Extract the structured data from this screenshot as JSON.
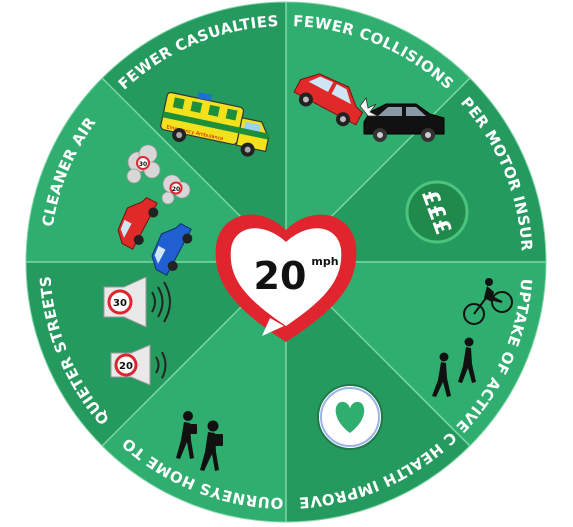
{
  "center": {
    "number": "20",
    "unit": "mph"
  },
  "colors": {
    "segment_a": "#2fae6f",
    "segment_b": "#259a5f",
    "divider": "#7fd6a6",
    "heart": "#e0252f",
    "text": "#ffffff"
  },
  "segments": [
    {
      "label": "FEWER COLLISIONS",
      "icon": "car-crash-icon"
    },
    {
      "label": "CHEAPER MOTOR INSURANCE",
      "icon": "pound-coin-icon"
    },
    {
      "label": "GREATER UPTAKE OF ACTIVE TRAVEL",
      "icon": "walking-cycling-icon"
    },
    {
      "label": "PUBLIC HEALTH IMPROVEMENTS",
      "icon": "heart-badge-icon"
    },
    {
      "label": "SAFER JOURNEYS HOME TO SCHOOL",
      "icon": "school-children-icon"
    },
    {
      "label": "QUIETER STREETS",
      "icon": "speed-sign-sound-icon"
    },
    {
      "label": "CLEANER AIR",
      "icon": "exhaust-smoke-icon"
    },
    {
      "label": "FEWER CASUALTIES",
      "icon": "ambulance-icon"
    }
  ],
  "icons": {
    "coin_text": "£££",
    "sign_upper": "30",
    "sign_lower": "20",
    "smoke_upper": "30",
    "smoke_lower": "20",
    "ambulance_text": "Emergency Ambulance"
  }
}
